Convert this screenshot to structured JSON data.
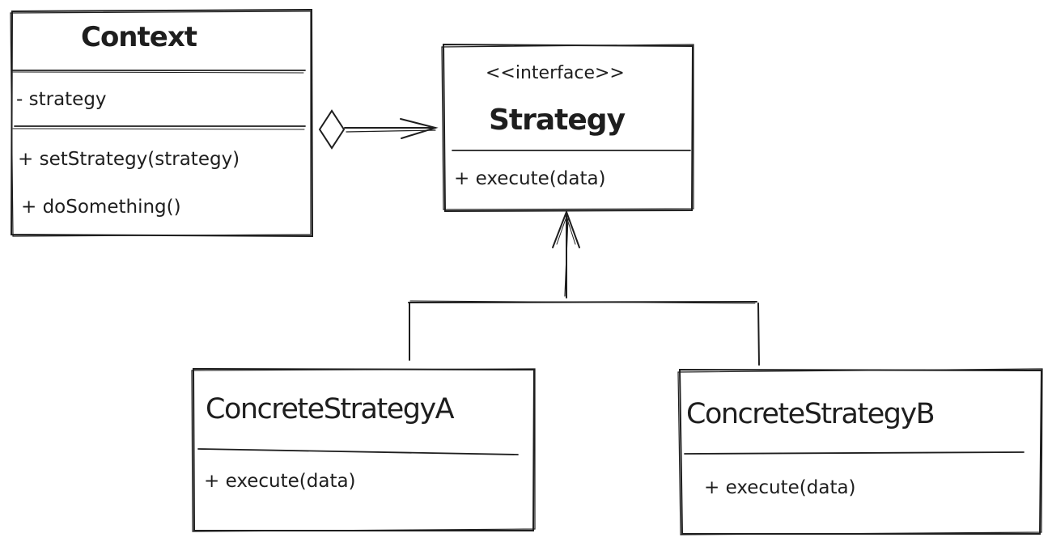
{
  "classes": {
    "context": {
      "name": "Context",
      "attributes": [
        "- strategy"
      ],
      "methods": [
        "+ setStrategy(strategy)",
        "+ doSomething()"
      ]
    },
    "strategy": {
      "stereotype": "<<interface>>",
      "name": "Strategy",
      "methods": [
        "+ execute(data)"
      ]
    },
    "concrete_a": {
      "name": "ConcreteStrategyA",
      "methods": [
        "+ execute(data)"
      ]
    },
    "concrete_b": {
      "name": "ConcreteStrategyB",
      "methods": [
        "+ execute(data)"
      ]
    }
  },
  "relations": [
    {
      "from": "Context",
      "to": "Strategy",
      "type": "aggregation"
    },
    {
      "from": "ConcreteStrategyA",
      "to": "Strategy",
      "type": "realization"
    },
    {
      "from": "ConcreteStrategyB",
      "to": "Strategy",
      "type": "realization"
    }
  ],
  "style": {
    "stroke_color": "#1e1e1e",
    "background": "#ffffff"
  }
}
